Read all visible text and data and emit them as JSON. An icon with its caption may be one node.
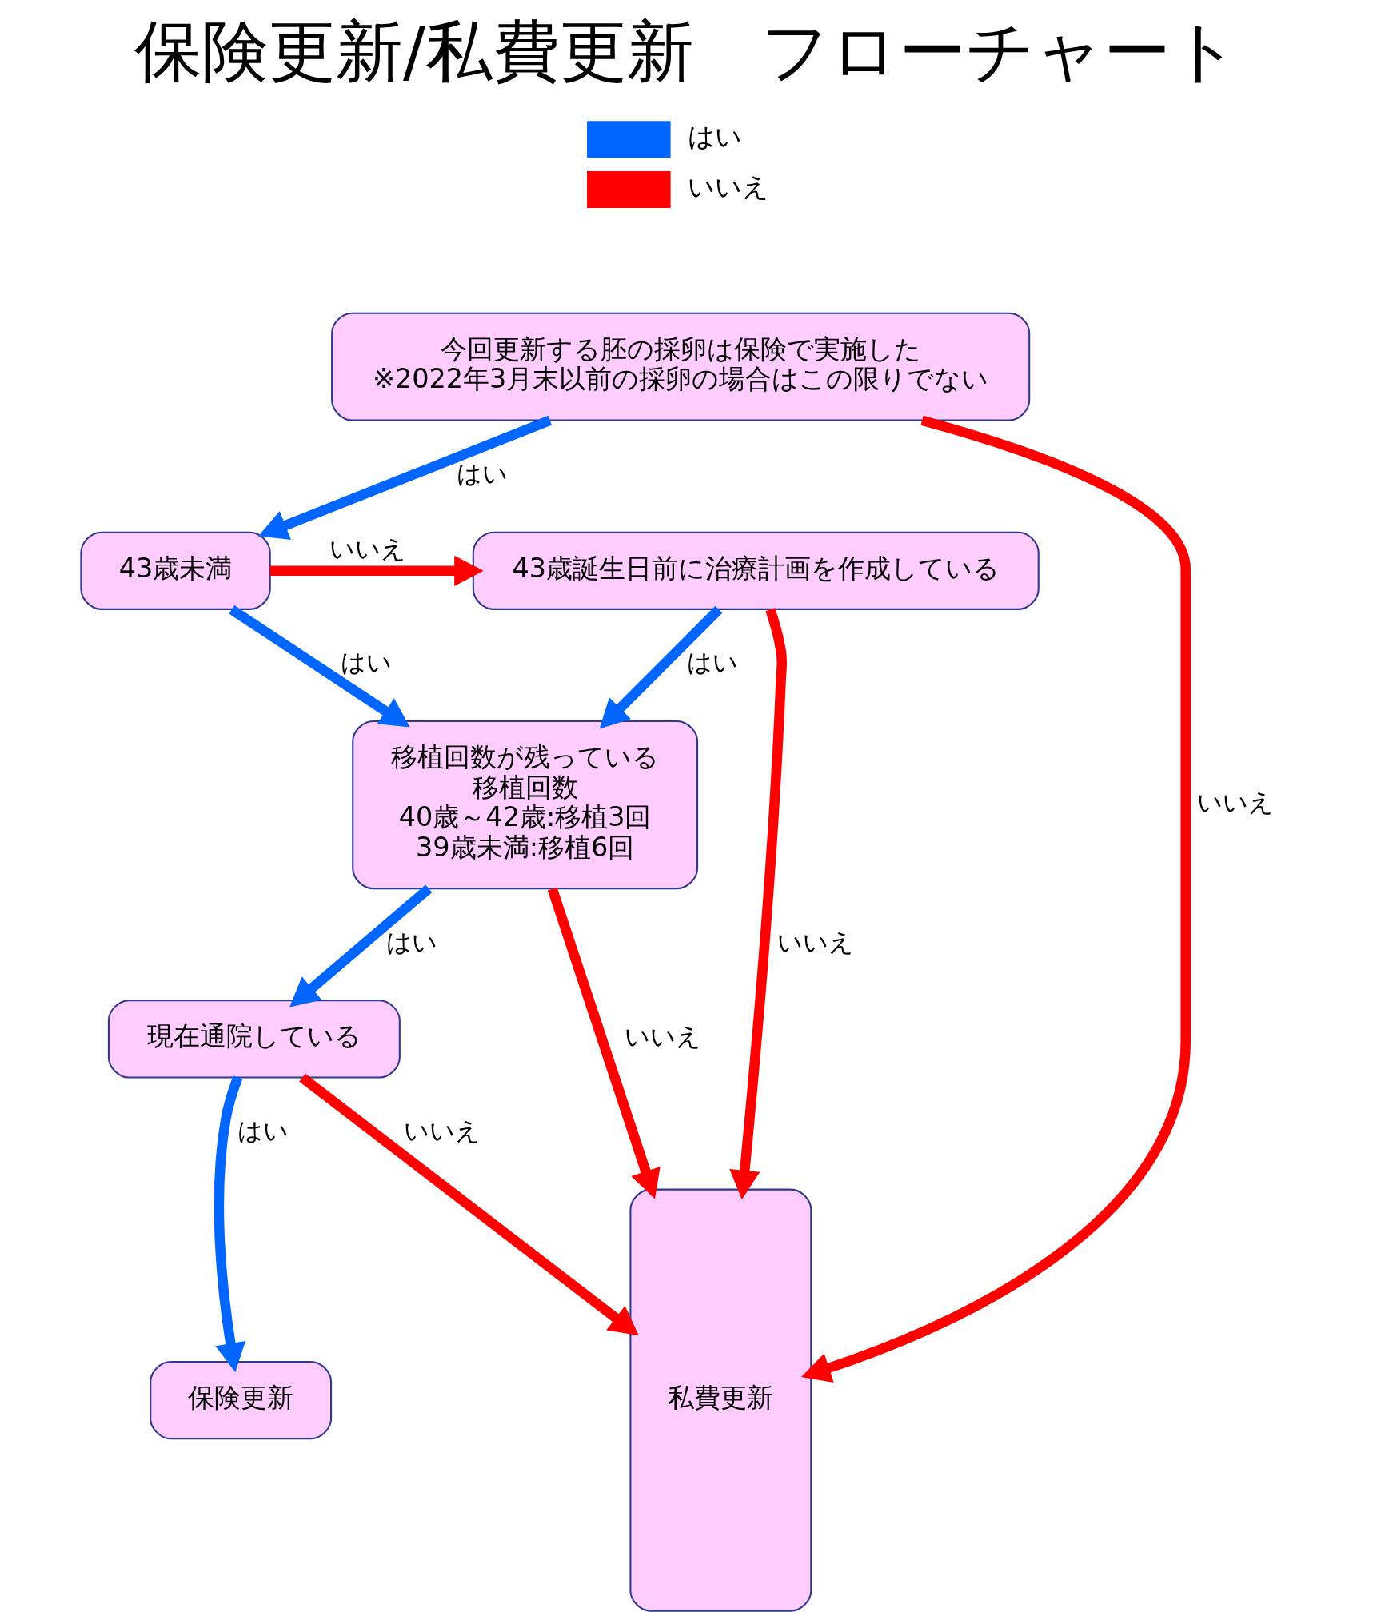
{
  "diagram": {
    "title": "保険更新/私費更新　フローチャート",
    "nodes": [
      {
        "text": [
          "今回更新する胚の採卵は保険で実施した",
          "※2022年3月末以前の採卵の場合はこの限りでない"
        ]
      },
      {
        "text": [
          "43歳未満"
        ]
      },
      {
        "text": [
          "43歳誕生日前に治療計画を作成している"
        ]
      },
      {
        "text": [
          "移植回数が残っている",
          "移植回数",
          "40歳～42歳:移植3回",
          "39歳未満:移植6回"
        ]
      },
      {
        "text": [
          "現在通院している"
        ]
      },
      {
        "text": [
          "私費更新"
        ]
      },
      {
        "text": [
          "保険更新"
        ]
      }
    ],
    "edges": [
      {
        "from": 0,
        "to": 5,
        "arrow": "to",
        "label": "いいえ",
        "color": "#ff0000"
      },
      {
        "from": 0,
        "to": 1,
        "arrow": "to",
        "label": "はい",
        "color": "#0066ff"
      },
      {
        "from": 1,
        "to": 2,
        "arrow": "to",
        "label": "いいえ",
        "color": "#ff0000"
      },
      {
        "from": 2,
        "to": 5,
        "arrow": "to",
        "label": "いいえ",
        "color": "#ff0000"
      },
      {
        "from": 1,
        "to": 3,
        "arrow": "to",
        "label": "はい",
        "color": "#0066ff"
      },
      {
        "from": 2,
        "to": 3,
        "arrow": "to",
        "label": "はい",
        "color": "#0066ff"
      },
      {
        "from": 3,
        "to": 5,
        "arrow": "to",
        "label": "いいえ",
        "color": "#ff0000"
      },
      {
        "from": 3,
        "to": 4,
        "arrow": "to",
        "label": "はい",
        "color": "#0066ff"
      },
      {
        "from": 4,
        "to": 5,
        "arrow": "to",
        "label": "いいえ",
        "color": "#ff0000"
      },
      {
        "from": 4,
        "to": 6,
        "arrow": "to",
        "label": "はい",
        "color": "#0066ff"
      }
    ],
    "legend": [
      {
        "text": "はい",
        "color": "#0066ff"
      },
      {
        "text": "いいえ",
        "color": "#ff0000"
      }
    ]
  }
}
